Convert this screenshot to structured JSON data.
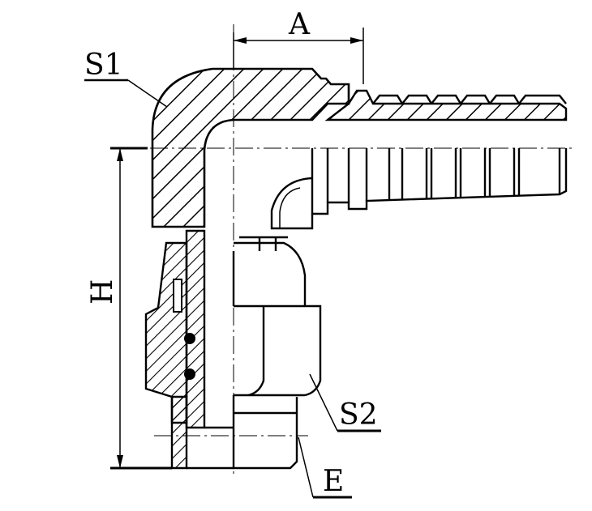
{
  "labels": {
    "dim_a": "A",
    "dim_h": "H",
    "s1": "S1",
    "s2": "S2",
    "e": "E"
  },
  "colors": {
    "ink": "#000000",
    "paper": "#ffffff"
  }
}
